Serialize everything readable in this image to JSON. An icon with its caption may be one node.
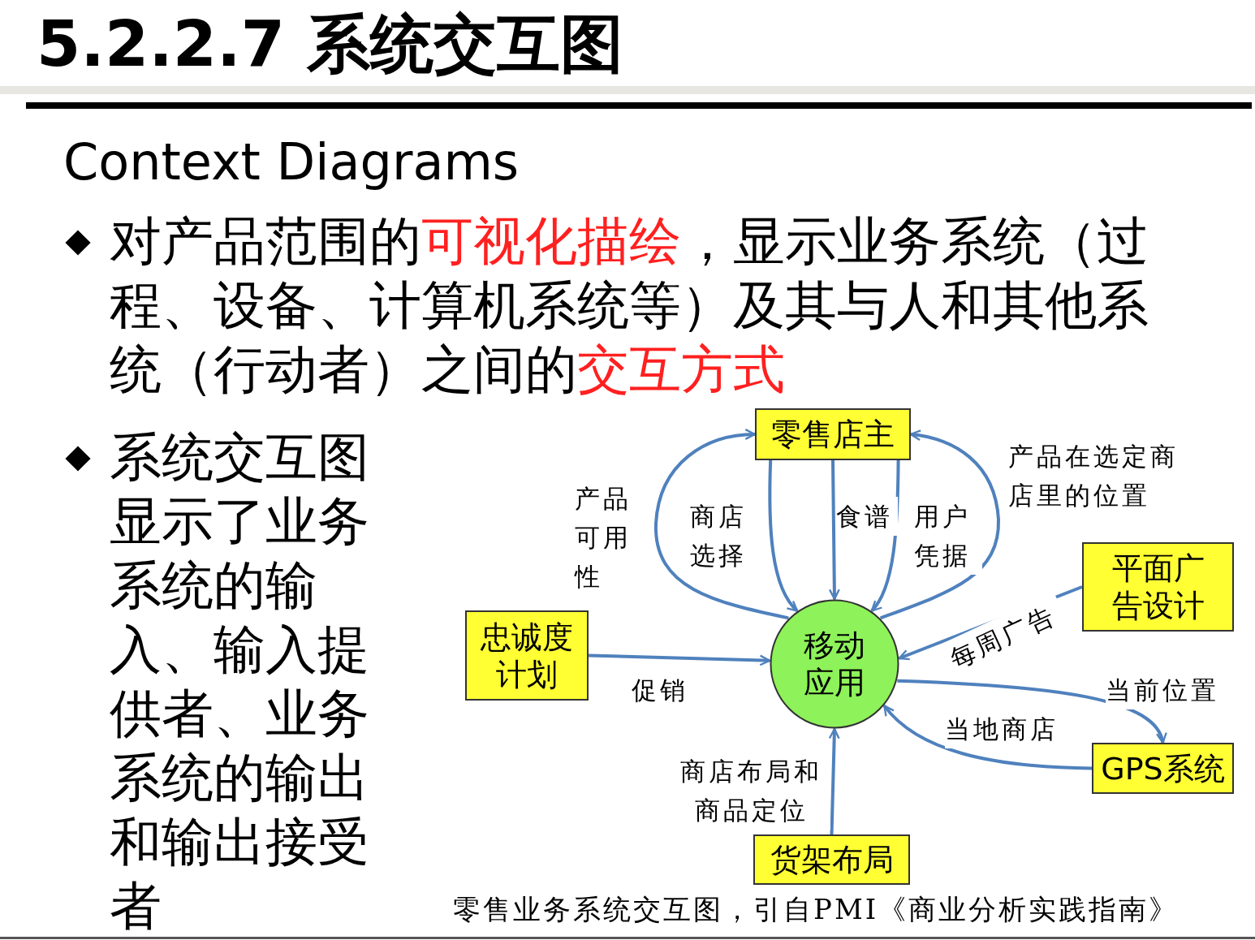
{
  "diagram": {
    "title": "5.2.2.7 系统交互图",
    "caption": "零售业务系统交互图，引自PMI《商业分析实践指南》",
    "nodes": [
      {
        "text": [
          "零售店主"
        ]
      },
      {
        "text": [
          "平面广告设计"
        ]
      },
      {
        "text": [
          "忠诚度计划"
        ]
      },
      {
        "text": [
          "移动应用"
        ]
      },
      {
        "text": [
          "GPS系统"
        ]
      },
      {
        "text": [
          "货架布局"
        ]
      }
    ],
    "edges": [
      {
        "from": 3,
        "to": 0,
        "arrow": "to",
        "label": "产品可用性"
      },
      {
        "from": 0,
        "to": 3,
        "arrow": "to",
        "label": "商店选择"
      },
      {
        "from": 0,
        "to": 3,
        "arrow": "to",
        "label": "食谱"
      },
      {
        "from": 0,
        "to": 3,
        "arrow": "to",
        "label": "用户凭据"
      },
      {
        "from": 3,
        "to": 0,
        "arrow": "to",
        "label": "产品在选定商店里的位置"
      },
      {
        "from": 1,
        "to": 3,
        "arrow": "to",
        "label": "每周广告"
      },
      {
        "from": 2,
        "to": 3,
        "arrow": "to",
        "label": "促销"
      },
      {
        "from": 3,
        "to": 4,
        "arrow": "to",
        "label": "当前位置"
      },
      {
        "from": 4,
        "to": 3,
        "arrow": "to",
        "label": "当地商店"
      },
      {
        "from": 5,
        "to": 3,
        "arrow": "to",
        "label": "商店布局和商品定位"
      }
    ],
    "labels": [
      "Context Diagrams",
      "对产品范围的**可视化描绘**，显示业务系统（过程、设备、计算机系统等）及其与人和其他系统（行动者）之间的**交互方式**",
      "系统交互图显示了业务系统的输入、输入提供者、业务系统的输出和输出接受者"
    ]
  }
}
